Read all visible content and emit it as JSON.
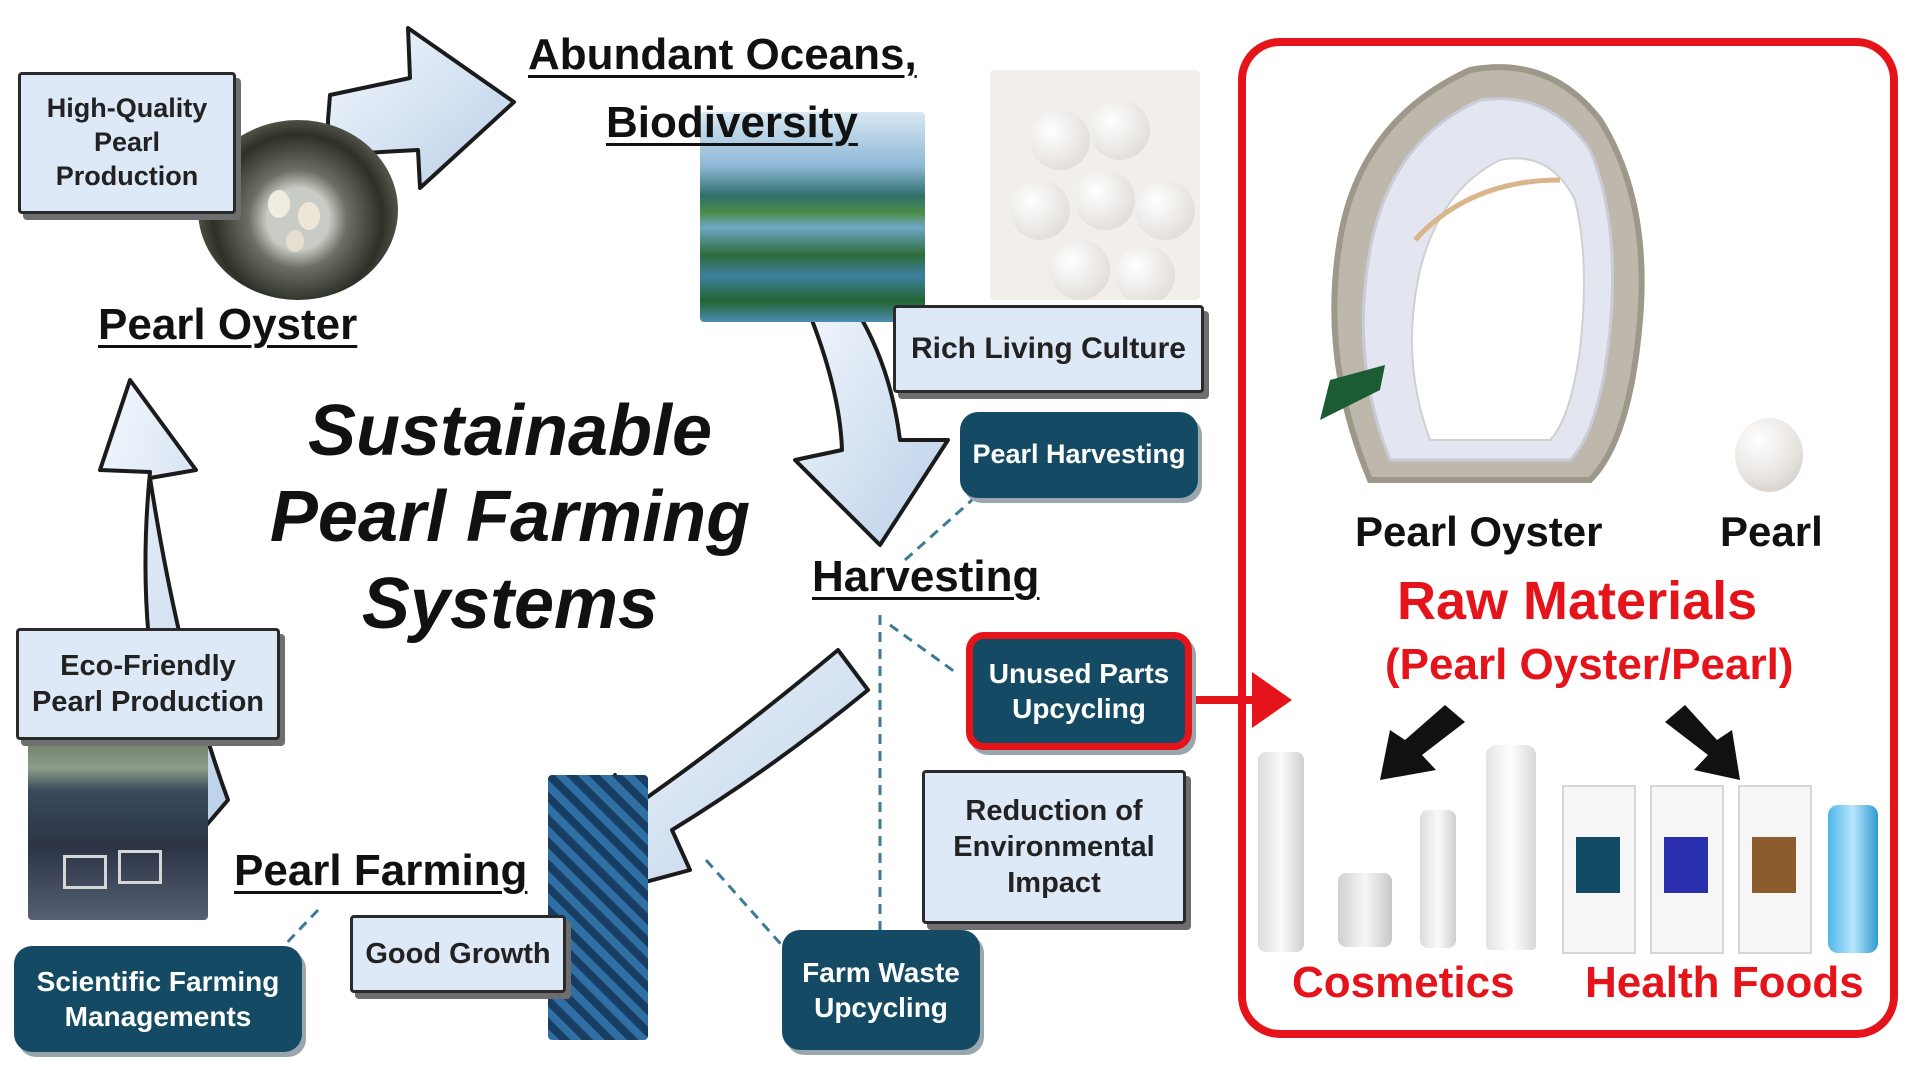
{
  "diagram": {
    "title_lines": [
      "Sustainable",
      "Pearl Farming",
      "Systems"
    ],
    "stages": {
      "pearl_oyster": "Pearl Oyster",
      "abundant_oceans_line1": "Abundant Oceans,",
      "abundant_oceans_line2": "Biodiversity",
      "harvesting": "Harvesting",
      "pearl_farming": "Pearl Farming"
    },
    "light_boxes": {
      "high_quality": [
        "High-Quality",
        "Pearl",
        "Production"
      ],
      "rich_living": "Rich Living Culture",
      "eco_friendly": [
        "Eco-Friendly",
        "Pearl Production"
      ],
      "good_growth": "Good Growth",
      "reduction": [
        "Reduction of",
        "Environmental",
        "Impact"
      ]
    },
    "dark_boxes": {
      "pearl_harvesting": "Pearl Harvesting",
      "unused_parts": [
        "Unused Parts",
        "Upcycling"
      ],
      "farm_waste": [
        "Farm Waste",
        "Upcycling"
      ],
      "scientific": [
        "Scientific Farming",
        "Managements"
      ]
    },
    "colors": {
      "arrow_fill": "#d2e2f4",
      "dark_box": "#144a63",
      "light_box": "#dde9f6",
      "accent_red": "#e5141b"
    }
  },
  "raw_materials_panel": {
    "oyster_label": "Pearl Oyster",
    "pearl_label": "Pearl",
    "title": "Raw Materials",
    "subtitle": "(Pearl Oyster/Pearl)",
    "cosmetics": "Cosmetics",
    "health_foods": "Health Foods"
  }
}
